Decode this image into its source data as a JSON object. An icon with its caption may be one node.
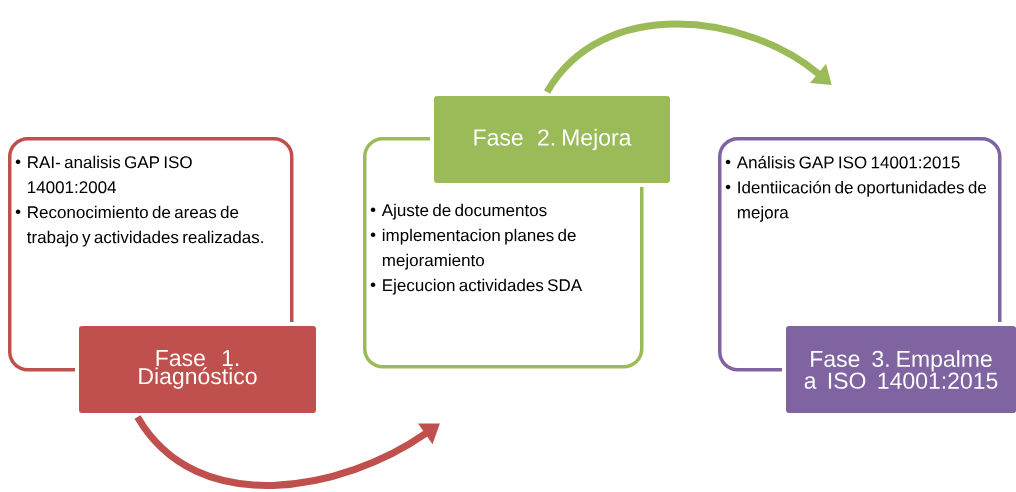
{
  "diagram": {
    "nodes": [
      {
        "text": [
          "RAI- analisis GAP ISO 14001:2004",
          "Reconocimiento de areas de trabajo y actividades realizadas."
        ]
      },
      {
        "text": [
          "Fase 1. Diagnóstico"
        ]
      },
      {
        "text": [
          "Fase 2. Mejora"
        ]
      },
      {
        "text": [
          "Ajuste de documentos",
          "implementacion planes de mejoramiento",
          "Ejecucion actividades SDA"
        ]
      },
      {
        "text": [
          "Análisis GAP ISO 14001:2015",
          "Identiicación de oportunidades de mejora"
        ]
      },
      {
        "text": [
          "Fase 3. Empalme a ISO 14001:2015"
        ]
      }
    ],
    "edges": [
      {
        "from": 1,
        "to": 3,
        "arrow": "to",
        "color": "#c0504d"
      },
      {
        "from": 2,
        "to": 4,
        "arrow": "to",
        "color": "#9bbb59"
      }
    ]
  }
}
